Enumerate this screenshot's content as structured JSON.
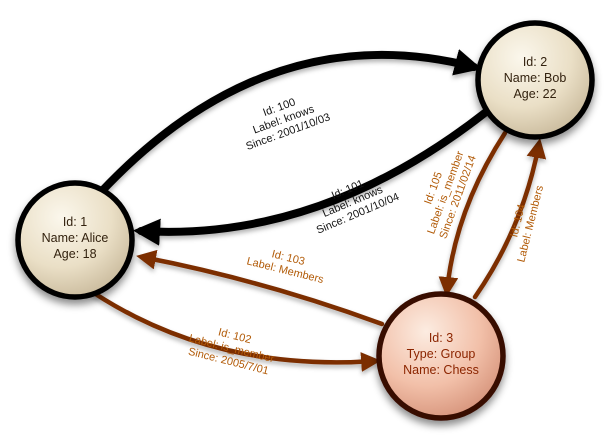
{
  "nodes": {
    "alice": {
      "line1": "Id: 1",
      "line2": "Name: Alice",
      "line3": "Age: 18"
    },
    "bob": {
      "line1": "Id: 2",
      "line2": "Name: Bob",
      "line3": "Age: 22"
    },
    "chess": {
      "line1": "Id: 3",
      "line2": "Type: Group",
      "line3": "Name: Chess"
    }
  },
  "edges": {
    "e100": {
      "line1": "Id: 100",
      "line2": "Label: knows",
      "line3": "Since: 2001/10/03"
    },
    "e101": {
      "line1": "Id: 101",
      "line2": "Label: knows",
      "line3": "Since: 2001/10/04"
    },
    "e102": {
      "line1": "Id: 102",
      "line2": "Label: is_member",
      "line3": "Since: 2005/7/01"
    },
    "e103": {
      "line1": "Id: 103",
      "line2": "Label: Members"
    },
    "e104": {
      "line1": "Id: 104",
      "line2": "Label: Members"
    },
    "e105": {
      "line1": "Id: 105",
      "line2": "Label: is_member",
      "line3": "Since: 2011/02/14"
    }
  },
  "colors": {
    "background": "#ffffff",
    "person_edge": "#000000",
    "person_edge_label": "#141414",
    "group_edge": "#7b2d00",
    "group_edge_label": "#b25b08",
    "person_node_stroke": "#000000",
    "person_node_fill_center": "#fbf7ec",
    "person_node_fill_rim": "#c3b394",
    "group_node_stroke": "#380b00",
    "group_node_fill_center": "#fcece1",
    "group_node_fill_rim": "#d18b72",
    "person_node_text": "#33220f",
    "group_node_text": "#8c2500"
  }
}
